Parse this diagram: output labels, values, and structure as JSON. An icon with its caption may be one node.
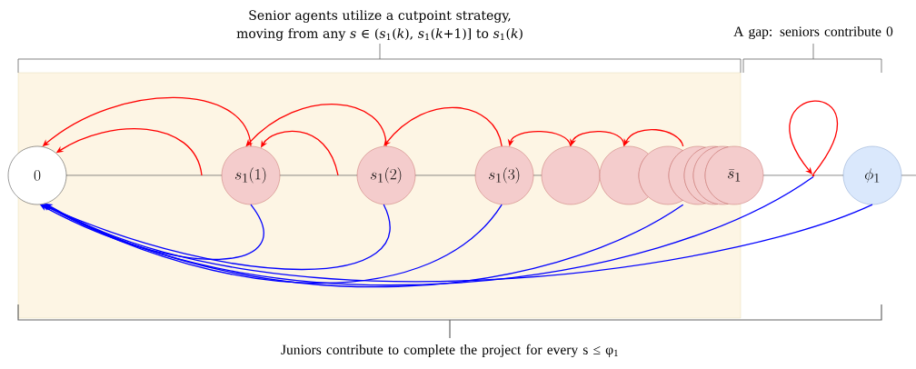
{
  "diagram": {
    "nodes": [
      {
        "text": [
          "0"
        ]
      },
      {
        "text": [
          "s_1(1)"
        ]
      },
      {
        "text": [
          "s_1(2)"
        ]
      },
      {
        "text": [
          "s_1(3)"
        ]
      },
      {
        "text": [],
        "shape": "circle"
      },
      {
        "text": [],
        "shape": "circle"
      },
      {
        "text": [],
        "shape": "circle"
      },
      {
        "text": [],
        "shape": "circle"
      },
      {
        "text": [],
        "shape": "circle"
      },
      {
        "text": [],
        "shape": "circle"
      },
      {
        "text": [
          "\\bar{s}_1"
        ]
      },
      {
        "text": [
          "\\phi_1"
        ]
      },
      {
        "text": [],
        "shape": "point"
      }
    ],
    "edges": [
      {
        "from": null,
        "to": 0,
        "arrow": "to"
      },
      {
        "from": 1,
        "to": 0,
        "arrow": "to"
      },
      {
        "from": null,
        "to": 1,
        "arrow": "to"
      },
      {
        "from": 2,
        "to": 1,
        "arrow": "to"
      },
      {
        "from": 3,
        "to": 2,
        "arrow": "to"
      },
      {
        "from": 4,
        "to": 3,
        "arrow": "to"
      },
      {
        "from": 5,
        "to": 4,
        "arrow": "to"
      },
      {
        "from": 6,
        "to": 5,
        "arrow": "to"
      },
      {
        "from": 12,
        "to": 12,
        "arrow": "to"
      },
      {
        "from": 1,
        "to": 0,
        "arrow": "to",
        "color": "#0000ff"
      },
      {
        "from": 2,
        "to": 0,
        "arrow": "to",
        "color": "#0000ff"
      },
      {
        "from": 3,
        "to": 0,
        "arrow": "to",
        "color": "#0000ff"
      },
      {
        "from": 6,
        "to": 0,
        "arrow": "to",
        "color": "#0000ff"
      },
      {
        "from": 12,
        "to": 0,
        "arrow": "to",
        "color": "#0000ff"
      },
      {
        "from": 11,
        "to": 0,
        "arrow": "to",
        "color": "#0000ff"
      }
    ],
    "labels": [
      "Senior agents utilize a cutpoint strategy, moving from any *s* ∈ (*s*$_{1}$(*k*), *s*$_{1}$(*k*+1)]  to  *s*$_{1}$(*k*)",
      "A gap: seniors contribute 0",
      "Juniors contribute to complete the project for every s ≤ φ$_{1}$"
    ]
  }
}
